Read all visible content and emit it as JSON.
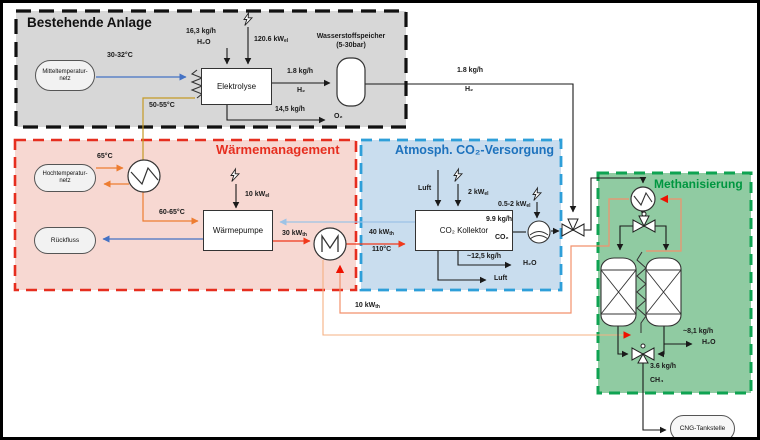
{
  "colors": {
    "existing_fill": "#d7d7d7",
    "existing_border": "#111111",
    "heat_fill": "#f7d8d2",
    "heat_border": "#e62e1f",
    "heat_title": "#e62e1f",
    "co2_fill": "#c9ddee",
    "co2_border": "#2e9fd9",
    "co2_title": "#1d72bd",
    "methan_fill": "#90cba2",
    "methan_border": "#0fa352",
    "methan_title": "#009640",
    "water_blue": "#4472c4",
    "return_blue": "#9dc3e6",
    "orange": "#ED7D31",
    "gold": "#c49a26",
    "heat_red": "#f0391c",
    "heat_salmon": "#f2916c",
    "heat_light": "#f5b183"
  },
  "sections": {
    "existing": {
      "title": "Bestehende Anlage"
    },
    "heat": {
      "title": "Wärmemanagement"
    },
    "co2": {
      "title": "Atmosph. CO₂-Versorgung"
    },
    "methanation": {
      "title": "Methanisierung"
    }
  },
  "nodes": {
    "mitteltemp": {
      "line1": "Mitteltemperatur-",
      "line2": "netz"
    },
    "hochtemp": {
      "line1": "Hochtemperatur-",
      "line2": "netz"
    },
    "rueckfluss": {
      "label": "Rückfluss"
    },
    "electrolysis": {
      "label": "Elektrolyse"
    },
    "heatpump": {
      "label": "Wärmepumpe"
    },
    "collector": {
      "label": "CO₂ Kollektor"
    },
    "storage": {
      "line1": "Wasserstoffspeicher",
      "line2": "(5-30bar)"
    },
    "cng": {
      "label": "CNG-Tankstelle"
    }
  },
  "labels": {
    "h2o_in_qty": {
      "text": "16,3 kg/h"
    },
    "h2o_in_formula": {
      "text": "H₂O"
    },
    "power_electrolysis": {
      "text": "120.6 kW",
      "sub": "el"
    },
    "temp_mittel": {
      "text": "30-32°C"
    },
    "temp_50_55": {
      "text": "50-55°C"
    },
    "h2_store_qty": {
      "text": "1.8 kg/h"
    },
    "h2_store_formula": {
      "text": "H₂"
    },
    "o2_qty": {
      "text": "14,5 kg/h"
    },
    "o2_formula": {
      "text": "O₂"
    },
    "h2_out_qty": {
      "text": "1.8 kg/h"
    },
    "h2_out_formula": {
      "text": "H₂"
    },
    "temp_hoch": {
      "text": "65°C"
    },
    "temp_60_65": {
      "text": "60-65°C"
    },
    "power_heatpump": {
      "text": "10 kW",
      "sub": "el"
    },
    "heat_30": {
      "text": "30 kW",
      "sub": "th"
    },
    "heat_40": {
      "text": "40 kW",
      "sub": "th"
    },
    "temp_110": {
      "text": "110°C"
    },
    "heat_10": {
      "text": "10 kW",
      "sub": "th"
    },
    "luft_in": {
      "text": "Luft"
    },
    "power_collector": {
      "text": "2 kW",
      "sub": "el"
    },
    "power_compressor": {
      "text": "0.5-2 kW",
      "sub": "el"
    },
    "co2_qty": {
      "text": "9.9 kg/h"
    },
    "co2_formula": {
      "text": "CO₂"
    },
    "h2o_out_qty": {
      "text": "~12,5 kg/h"
    },
    "h2o_out_formula": {
      "text": "H₂O"
    },
    "luft_out": {
      "text": "Luft"
    },
    "meth_h2o_qty": {
      "text": "~8,1 kg/h"
    },
    "meth_h2o_formula": {
      "text": "H₂O"
    },
    "ch4_qty": {
      "text": "3.6 kg/h"
    },
    "ch4_formula": {
      "text": "CH₄"
    }
  }
}
